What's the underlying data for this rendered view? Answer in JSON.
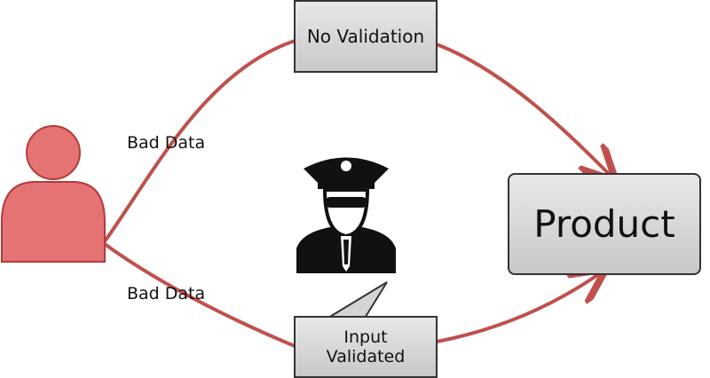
{
  "top_box": {
    "label": "No Validation"
  },
  "product_box": {
    "label": "Product"
  },
  "validated_callout": {
    "line1": "Input",
    "line2": "Validated"
  },
  "edges": {
    "top_label": "Bad Data",
    "bottom_label": "Bad Data"
  },
  "icons": {
    "user": "person-icon",
    "guard": "police-officer-icon"
  },
  "colors": {
    "edge": "#c0504d",
    "person": "#e57373",
    "box": "#d6d6d6"
  }
}
